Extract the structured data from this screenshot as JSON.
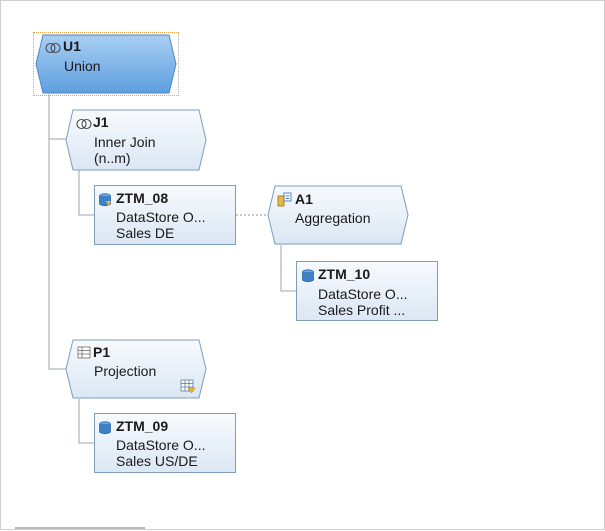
{
  "diagram": {
    "nodes": {
      "u1": {
        "name": "U1",
        "line1": "Union",
        "icon": "union-icon",
        "selected": true
      },
      "j1": {
        "name": "J1",
        "line1": "Inner Join",
        "line2": "(n..m)",
        "icon": "join-icon"
      },
      "ztm08": {
        "name": "ZTM_08",
        "line1": "DataStore O...",
        "line2": "Sales DE",
        "icon": "datastore-icon"
      },
      "a1": {
        "name": "A1",
        "line1": "Aggregation",
        "icon": "aggregation-icon"
      },
      "ztm10": {
        "name": "ZTM_10",
        "line1": "DataStore O...",
        "line2": "Sales Profit ...",
        "icon": "datastore-icon"
      },
      "p1": {
        "name": "P1",
        "line1": "Projection",
        "icon": "projection-icon",
        "badge_icon": "table-filter-icon"
      },
      "ztm09": {
        "name": "ZTM_09",
        "line1": "DataStore O...",
        "line2": "Sales US/DE",
        "icon": "datastore-icon"
      }
    },
    "colors": {
      "selected_fill_top": "#9cc7ef",
      "selected_fill_bottom": "#5e9fe0",
      "node_fill_top": "#f7fafd",
      "node_fill_bottom": "#dfeaf6",
      "node_border": "#7f9db9",
      "connector": "#9aa6b2",
      "selection_frame": "#e8a54b",
      "datastore_icon": "#3f7fc8"
    }
  }
}
